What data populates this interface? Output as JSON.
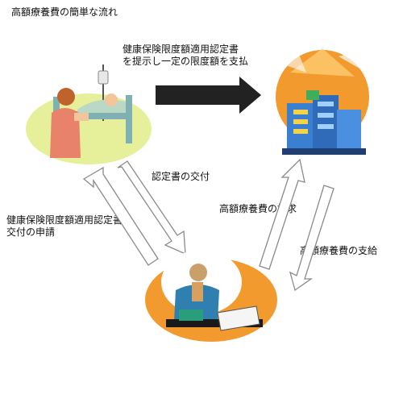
{
  "title": "高額療養費の簡単な流れ",
  "labels": {
    "present_certificate_line1": "健康保険限度額適用認定書",
    "present_certificate_line2": "を提示し一定の限度額を支払",
    "issue_certificate": "認定書の交付",
    "apply_line1": "健康保険限度額適用認定書",
    "apply_line2": "交付の申請",
    "claim": "高額療養費の請求",
    "payment": "高額療養費の支給"
  },
  "icons": {
    "patient": "hospital-bed-nurse-icon",
    "hospital": "hospital-building-icon",
    "office": "office-worker-icon"
  },
  "colors": {
    "arrow_solid": "#222222",
    "outline_arrow": "#8a8a8a",
    "blob_green": "#e6ef9a",
    "orange": "#f29a2e",
    "building_blue": "#3a7fd0"
  }
}
